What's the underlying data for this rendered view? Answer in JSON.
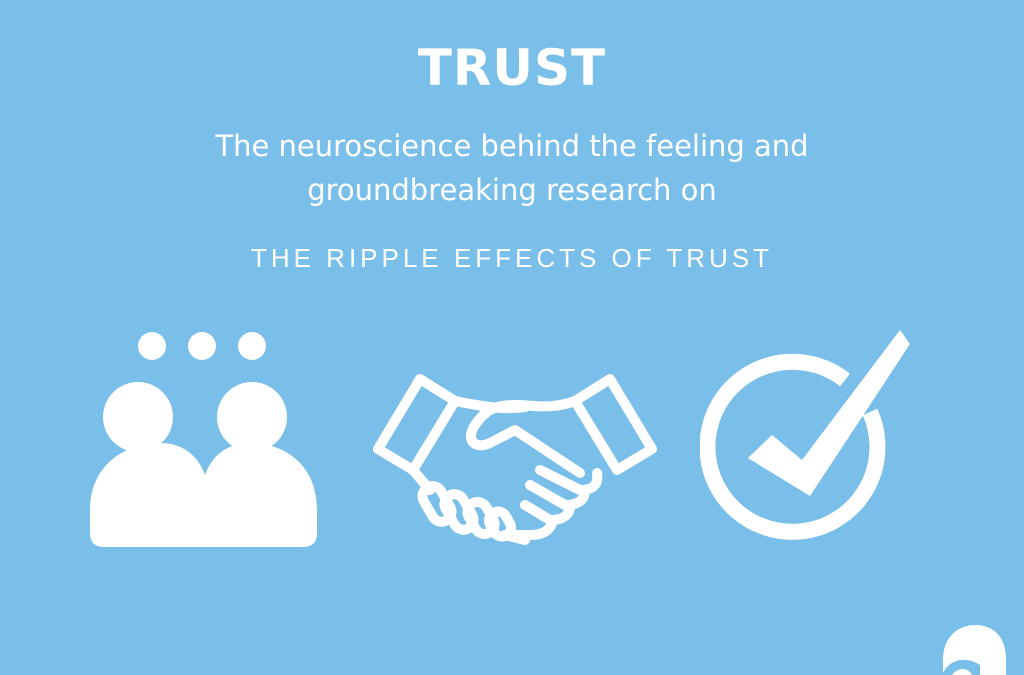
{
  "header": {
    "title": "TRUST",
    "subtitle_line1": "The neuroscience behind the feeling and",
    "subtitle_line2": "groundbreaking research on",
    "tagline": "THE RIPPLE EFFECTS OF TRUST"
  },
  "icons": [
    {
      "name": "people-conversation-icon"
    },
    {
      "name": "handshake-icon"
    },
    {
      "name": "checkmark-circle-icon"
    }
  ],
  "logo": {
    "name": "brand-logo-partial"
  },
  "colors": {
    "background": "#7abfe9",
    "foreground": "#ffffff"
  }
}
